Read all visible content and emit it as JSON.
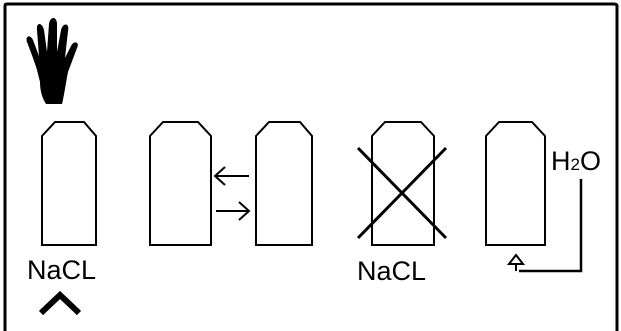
{
  "labels": {
    "nacl_left": "NaCL",
    "nacl_crossed": "NaCL",
    "water_prefix": "H",
    "water_sub": "2",
    "water_suffix": "O"
  },
  "icons": {
    "glove": "glove-icon",
    "caret": "caret-up-icon",
    "arrow_left": "arrow-left-icon",
    "arrow_right": "arrow-right-icon",
    "arrow_up": "arrow-up-icon",
    "cross": "cross-out-icon"
  },
  "colors": {
    "stroke": "#000000",
    "background": "#ffffff"
  }
}
